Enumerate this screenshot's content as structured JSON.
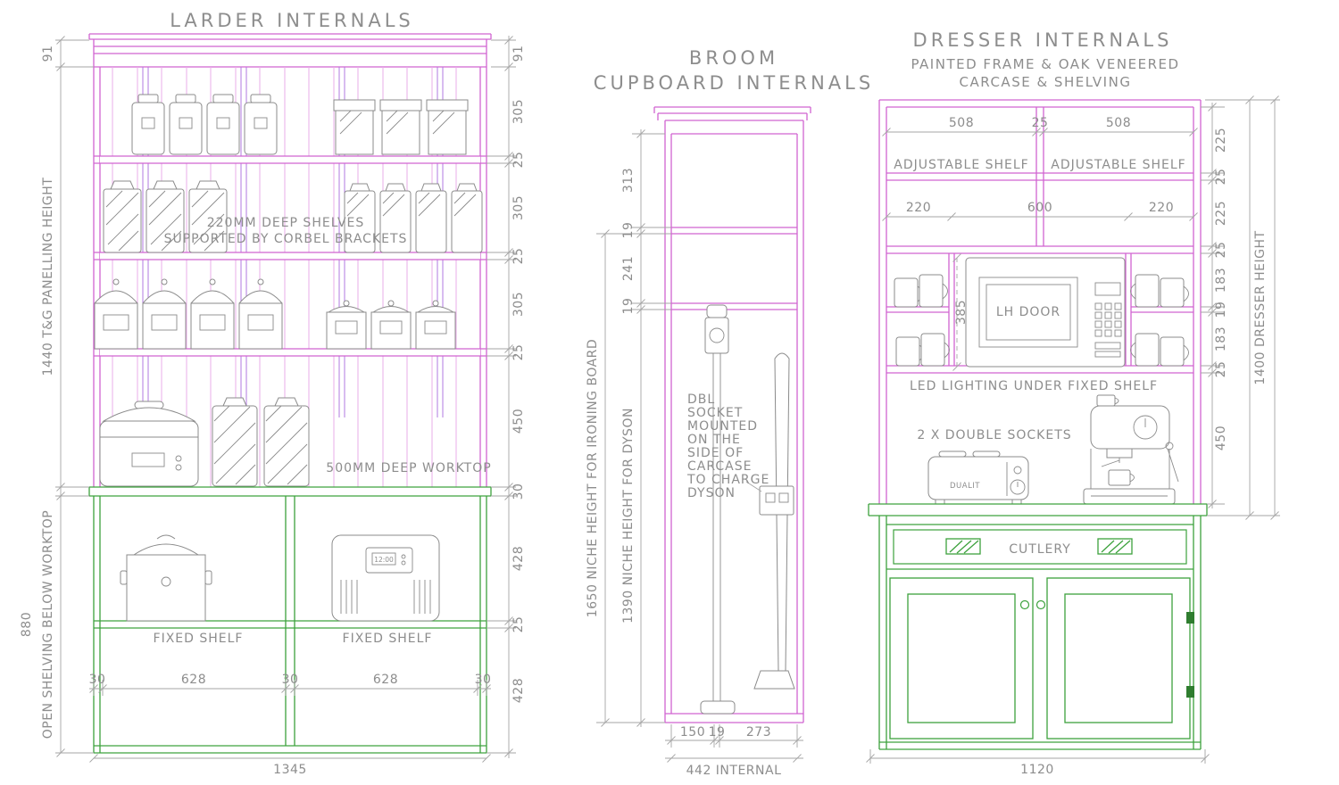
{
  "larder": {
    "title": "LARDER INTERNALS",
    "note_shelves_1": "220MM DEEP SHELVES",
    "note_shelves_2": "SUPPORTED BY CORBEL BRACKETS",
    "note_worktop": "500MM DEEP WORKTOP",
    "fixed_shelf_label": "FIXED SHELF",
    "left_dim_91": "91",
    "panelling_height": "1440 T&G PANELLING HEIGHT",
    "below_worktop_value": "880",
    "below_worktop_label": "OPEN SHELVING BELOW WORKTOP",
    "right_dims": [
      "91",
      "305",
      "25",
      "305",
      "25",
      "305",
      "25",
      "450",
      "30",
      "428",
      "25",
      "428"
    ],
    "bottom_dims": [
      "30",
      "628",
      "30",
      "628",
      "30"
    ],
    "overall_width": "1345",
    "breadmaker_display": "12:00"
  },
  "broom": {
    "title_1": "BROOM",
    "title_2": "CUPBOARD INTERNALS",
    "chain_dims": [
      "313",
      "19",
      "241",
      "19"
    ],
    "niche_ironing": "1650 NICHE HEIGHT FOR IRONING BOARD",
    "niche_dyson": "1390 NICHE HEIGHT FOR DYSON",
    "note_lines": [
      "DBL",
      "SOCKET",
      "MOUNTED",
      "ON THE",
      "SIDE OF",
      "CARCASE",
      "TO CHARGE",
      "DYSON"
    ],
    "bottom_dims": [
      "150",
      "19",
      "273"
    ],
    "overall": "442 INTERNAL"
  },
  "dresser": {
    "title": "DRESSER INTERNALS",
    "subtitle_1": "PAINTED FRAME & OAK VENEERED",
    "subtitle_2": "CARCASE & SHELVING",
    "top_dims": [
      "508",
      "25",
      "508"
    ],
    "shelf_label": "ADJUSTABLE SHELF",
    "bay_dims": [
      "220",
      "600",
      "220"
    ],
    "microwave_door": "LH DOOR",
    "niche_height": "385",
    "led_note": "LED LIGHTING UNDER FIXED SHELF",
    "sockets_note": "2 X DOUBLE SOCKETS",
    "toaster_brand": "DUALIT",
    "drawer_label": "CUTLERY",
    "right_dims": [
      "225",
      "25",
      "225",
      "25",
      "183",
      "19",
      "183",
      "25",
      "450"
    ],
    "height_label": "1400 DRESSER HEIGHT",
    "overall_width": "1120"
  },
  "colors": {
    "cabinet_pink": "#d163d1",
    "panelling_pink": "#eaaeea",
    "bracket_violet": "#b07ae2",
    "base_green": "#3da23d",
    "object_grey": "#8b8b8b",
    "dimension_grey": "#a5a5a5",
    "text_grey": "#8d8d8d"
  }
}
